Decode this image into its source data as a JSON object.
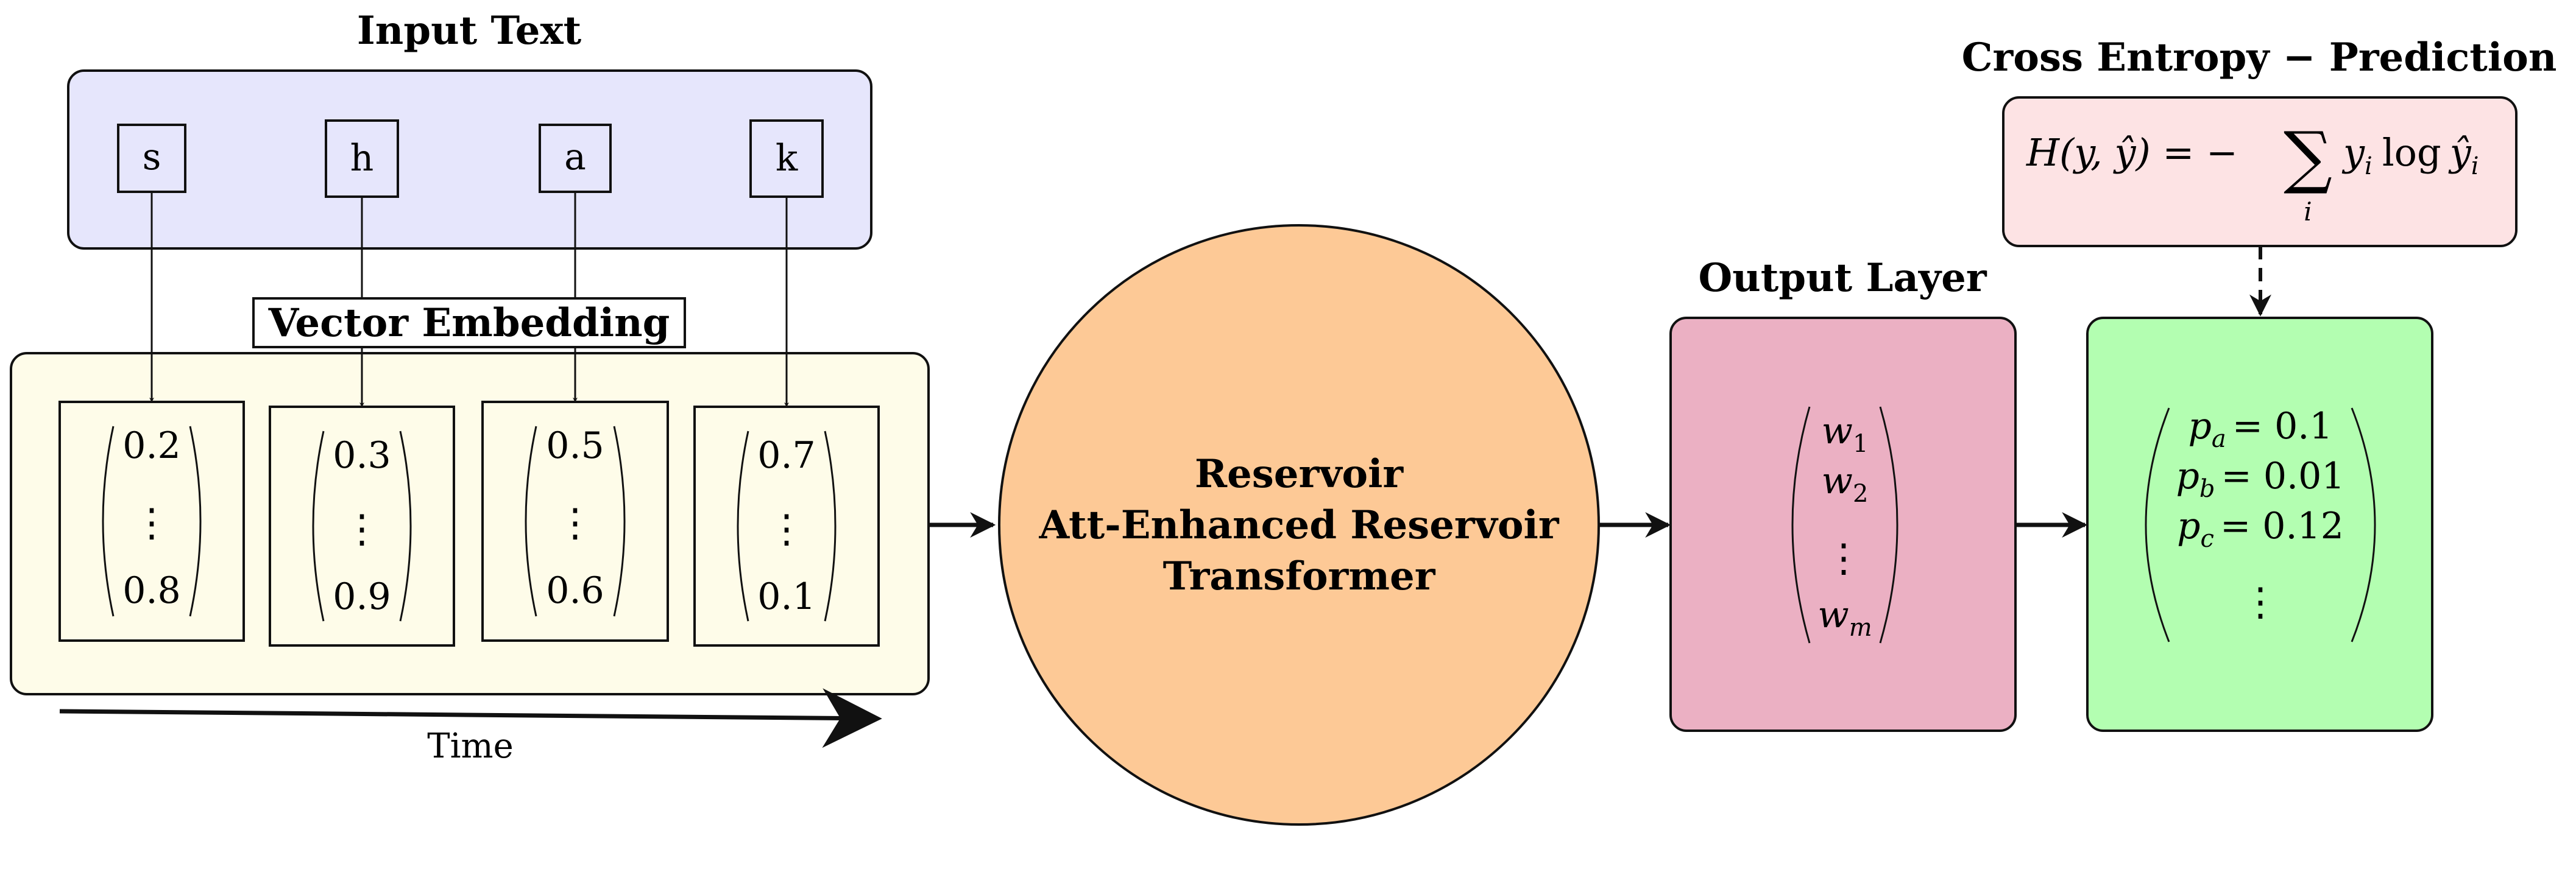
{
  "input_text": {
    "title": "Input Text",
    "tokens": [
      "s",
      "h",
      "a",
      "k"
    ]
  },
  "embedding": {
    "label": "Vector Embedding",
    "vectors": [
      {
        "top": "0.2",
        "dots": "⋮",
        "bottom": "0.8"
      },
      {
        "top": "0.3",
        "dots": "⋮",
        "bottom": "0.9"
      },
      {
        "top": "0.5",
        "dots": "⋮",
        "bottom": "0.6"
      },
      {
        "top": "0.7",
        "dots": "⋮",
        "bottom": "0.1"
      }
    ],
    "time_label": "Time"
  },
  "reservoir": {
    "line1": "Reservoir",
    "line2": "Att-Enhanced Reservoir",
    "line3": "Transformer"
  },
  "output_layer": {
    "title": "Output Layer",
    "w1": "w",
    "w1_sub": "1",
    "w2": "w",
    "w2_sub": "2",
    "dots": "⋮",
    "wm": "w",
    "wm_sub": "m"
  },
  "prediction": {
    "rows": [
      {
        "var": "p",
        "sub": "a",
        "eq": "= 0.1"
      },
      {
        "var": "p",
        "sub": "b",
        "eq": "= 0.01"
      },
      {
        "var": "p",
        "sub": "c",
        "eq": "= 0.12"
      }
    ],
    "dots": "⋮"
  },
  "cross_entropy": {
    "title": "Cross Entropy − Prediction",
    "lhs": "H(y, ŷ) = −",
    "sum": "∑",
    "sum_index": "i",
    "term_y": "y",
    "term_y_sub": "i",
    "log": "log",
    "term_yhat": "ŷ",
    "term_yhat_sub": "i"
  },
  "colors": {
    "input_box": "#e6e6fc",
    "embedding_box": "#fefce9",
    "reservoir": "#fdc996",
    "output_layer": "#ebb0c3",
    "prediction": "#b3feb1",
    "cross_entropy": "#fde3e4",
    "stroke": "#111111"
  }
}
